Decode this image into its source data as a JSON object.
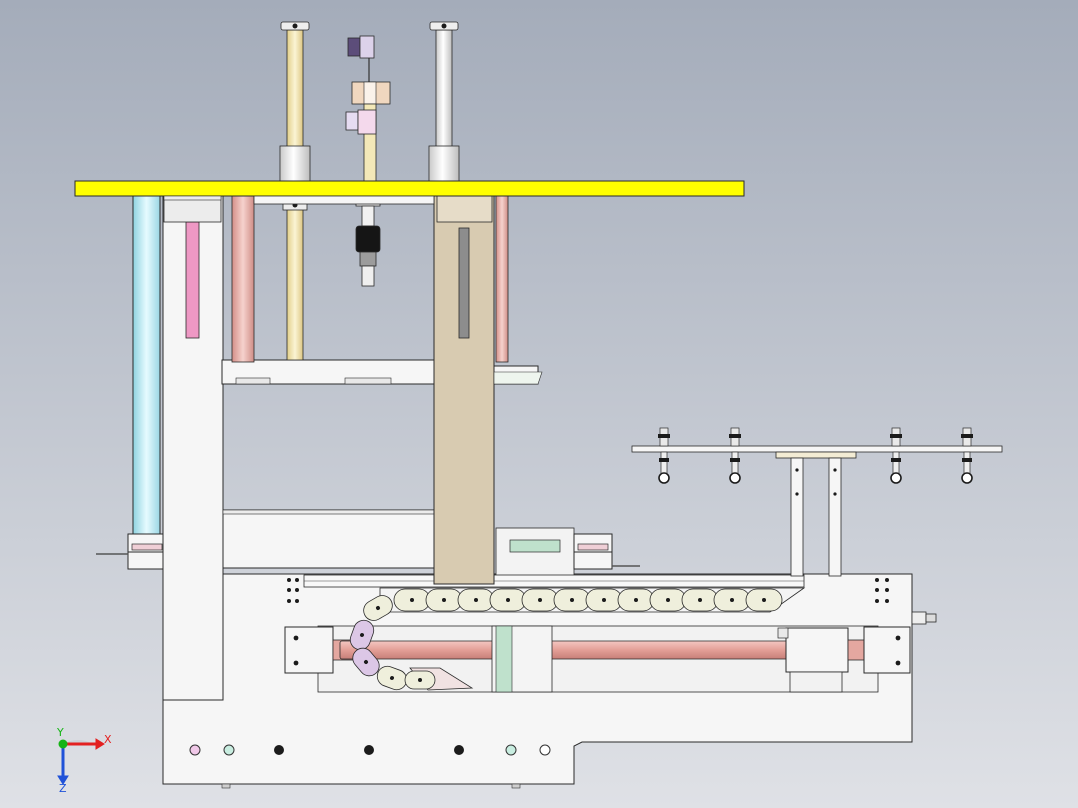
{
  "viewport": {
    "background_top": "#a4acba",
    "background_bottom": "#dfe1e6"
  },
  "colors": {
    "plate_yellow": "#ffff00",
    "frame_white": "#f6f6f6",
    "outline": "#2a2a2a",
    "column_tan": "#d8cbb1",
    "rod_red": "#e4a7a0",
    "rod_cyan": "#cfeff6",
    "rod_yellow": "#f3e8b8",
    "cylinder_white": "#f1f1f1",
    "chain_link": "#efefdc",
    "chain_link_lilac": "#dcc7e6",
    "slot_pink": "#ee98c4",
    "slot_gray": "#8d8d8d",
    "bearing_pink": "#efcfd6",
    "wedge_pink": "#f1e2e2",
    "green_strip": "#bfe1cc",
    "fastener_dark": "#1b1b1b",
    "triad_x": "#e32020",
    "triad_y": "#16b416",
    "triad_z": "#2052d8"
  },
  "axis_triad": {
    "icon": "xyz-axis-triad-icon",
    "x_label": "X",
    "y_label": "Y",
    "z_label": "Z"
  }
}
